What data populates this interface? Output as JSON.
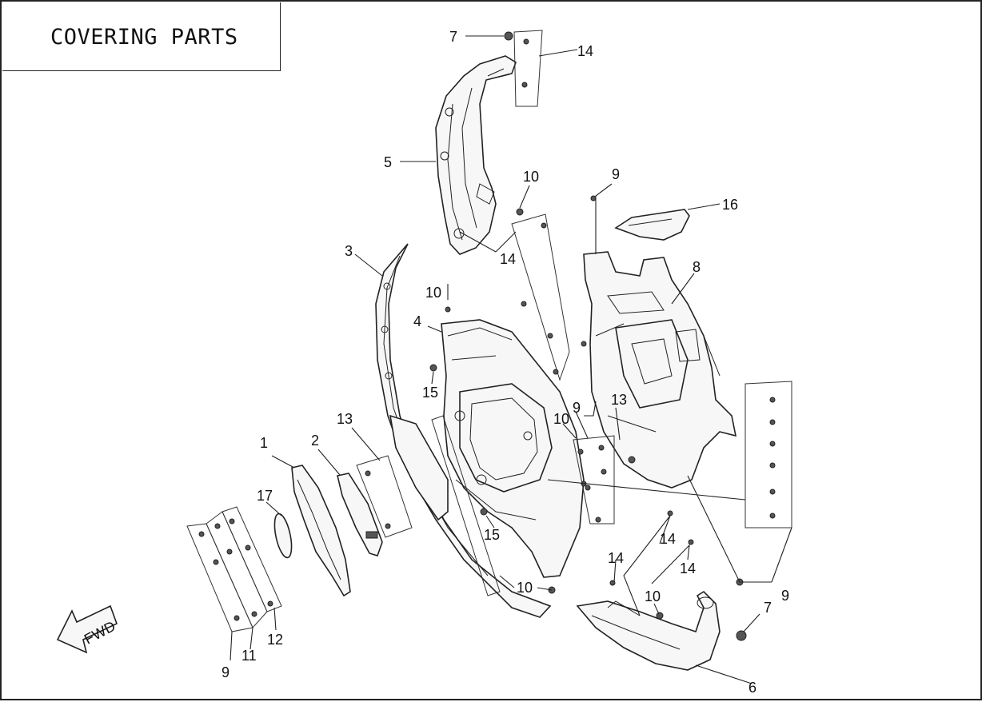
{
  "title": "COVERING PARTS",
  "direction_label": "FWD",
  "callouts": [
    {
      "id": "c1",
      "label": "1"
    },
    {
      "id": "c2",
      "label": "2"
    },
    {
      "id": "c3",
      "label": "3"
    },
    {
      "id": "c4",
      "label": "4"
    },
    {
      "id": "c5",
      "label": "5"
    },
    {
      "id": "c6",
      "label": "6"
    },
    {
      "id": "c7a",
      "label": "7"
    },
    {
      "id": "c7b",
      "label": "7"
    },
    {
      "id": "c8",
      "label": "8"
    },
    {
      "id": "c9a",
      "label": "9"
    },
    {
      "id": "c9b",
      "label": "9"
    },
    {
      "id": "c9c",
      "label": "9"
    },
    {
      "id": "c9d",
      "label": "9"
    },
    {
      "id": "c10a",
      "label": "10"
    },
    {
      "id": "c10b",
      "label": "10"
    },
    {
      "id": "c10c",
      "label": "10"
    },
    {
      "id": "c10d",
      "label": "10"
    },
    {
      "id": "c10e",
      "label": "10"
    },
    {
      "id": "c11",
      "label": "11"
    },
    {
      "id": "c12",
      "label": "12"
    },
    {
      "id": "c13a",
      "label": "13"
    },
    {
      "id": "c13b",
      "label": "13"
    },
    {
      "id": "c14a",
      "label": "14"
    },
    {
      "id": "c14b",
      "label": "14"
    },
    {
      "id": "c14c",
      "label": "14"
    },
    {
      "id": "c14d",
      "label": "14"
    },
    {
      "id": "c14e",
      "label": "14"
    },
    {
      "id": "c15a",
      "label": "15"
    },
    {
      "id": "c15b",
      "label": "15"
    },
    {
      "id": "c16",
      "label": "16"
    },
    {
      "id": "c17",
      "label": "17"
    }
  ]
}
